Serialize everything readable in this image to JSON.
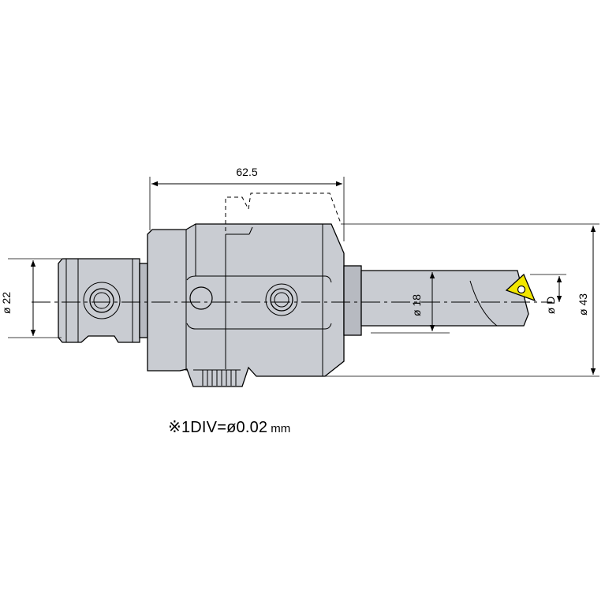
{
  "colors": {
    "body": "#c9ccd2",
    "body_dark": "#b7bac1",
    "outline": "#000000",
    "insert": "#f2e600",
    "background": "#ffffff"
  },
  "dimensions": {
    "length": "62.5",
    "shank_diameter": "ø 22",
    "bar_diameter": "ø 18",
    "bore_diameter": "ø D",
    "body_diameter": "ø 43"
  },
  "note": {
    "text": "※1DIV=ø0.02",
    "unit": "mm"
  }
}
